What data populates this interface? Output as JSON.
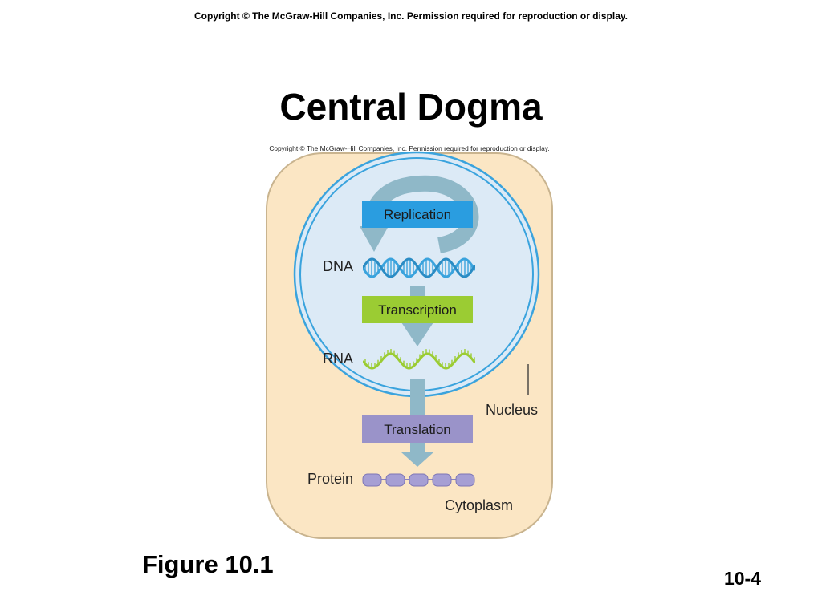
{
  "slide": {
    "copyright": "Copyright  © The McGraw-Hill Companies, Inc.  Permission required for reproduction or display.",
    "title": "Central Dogma",
    "figure_label": "Figure 10.1",
    "page_number": "10-4"
  },
  "diagram": {
    "copyright": "Copyright © The McGraw-Hill Companies, Inc. Permission required for reproduction or display.",
    "processes": {
      "replication": "Replication",
      "transcription": "Transcription",
      "translation": "Translation"
    },
    "molecules": {
      "dna": "DNA",
      "rna": "RNA",
      "protein": "Protein"
    },
    "compartments": {
      "nucleus": "Nucleus",
      "cytoplasm": "Cytoplasm"
    },
    "colors": {
      "cytoplasm_fill": "#fbe6c4",
      "cytoplasm_stroke": "#c9b48f",
      "nucleus_fill": "#dceaf6",
      "nucleus_stroke": "#3aa3dd",
      "arrow": "#8fb8c8",
      "replication_box": "#2a9de0",
      "transcription_box": "#9bcc33",
      "translation_box": "#9a93c9",
      "dna_strand": "#3aa3dd",
      "rna_strand": "#9bcc33",
      "protein_bead": "#a69fd4"
    }
  }
}
